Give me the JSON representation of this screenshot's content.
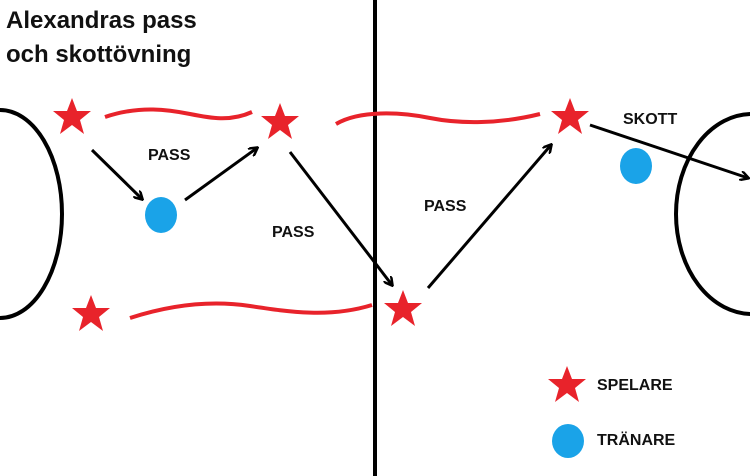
{
  "title": {
    "line1": "Alexandras pass",
    "line2": "och skottövning"
  },
  "labels": {
    "pass1": "PASS",
    "pass2": "PASS",
    "pass3": "PASS",
    "shot": "SKOTT"
  },
  "legend": {
    "player": "SPELARE",
    "coach": "TRÄNARE"
  },
  "colors": {
    "star": "#e8232b",
    "coach": "#1aa3e8",
    "line": "#000000",
    "path": "#e8232b"
  }
}
